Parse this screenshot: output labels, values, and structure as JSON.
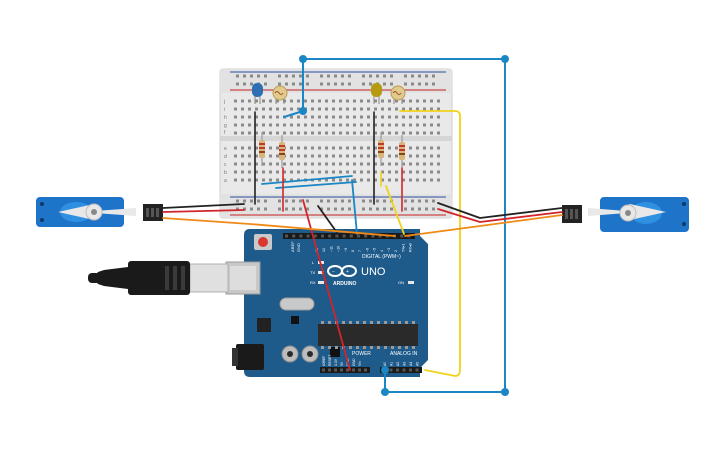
{
  "board": {
    "brand": "ARDUINO",
    "model": "UNO",
    "digital_label": "DIGITAL (PWM~)",
    "power_label": "POWER",
    "analog_label": "ANALOG IN",
    "led_on": "ON",
    "led_tx": "TX",
    "led_rx": "RX",
    "led_l": "L",
    "aref": "AREF",
    "gnd": "GND",
    "digital_pins": [
      "13",
      "12",
      "~11",
      "~10",
      "~9",
      "8",
      "7",
      "~6",
      "~5",
      "4",
      "~3",
      "2",
      "TX▸1",
      "RX◂0"
    ],
    "power_pins": [
      "IOREF",
      "RESET",
      "3.3V",
      "5V",
      "GND",
      "GND",
      "Vin"
    ],
    "analog_pins": [
      "A0",
      "A1",
      "A2",
      "A3",
      "A4",
      "A5"
    ]
  },
  "breadboard": {
    "row_letters_top": [
      "j",
      "i",
      "h",
      "g",
      "f"
    ],
    "row_letters_bottom": [
      "e",
      "d",
      "c",
      "b",
      "a"
    ]
  },
  "colors": {
    "board_blue": "#1e5a8a",
    "wire_blue": "#1a86c4",
    "wire_red": "#d2252b",
    "wire_black": "#222222",
    "wire_yellow": "#f2d21b",
    "wire_orange": "#f08a17",
    "servo_blue": "#1e74c8",
    "led_blue": "#2d6fb0",
    "led_yellow": "#b59a12"
  }
}
